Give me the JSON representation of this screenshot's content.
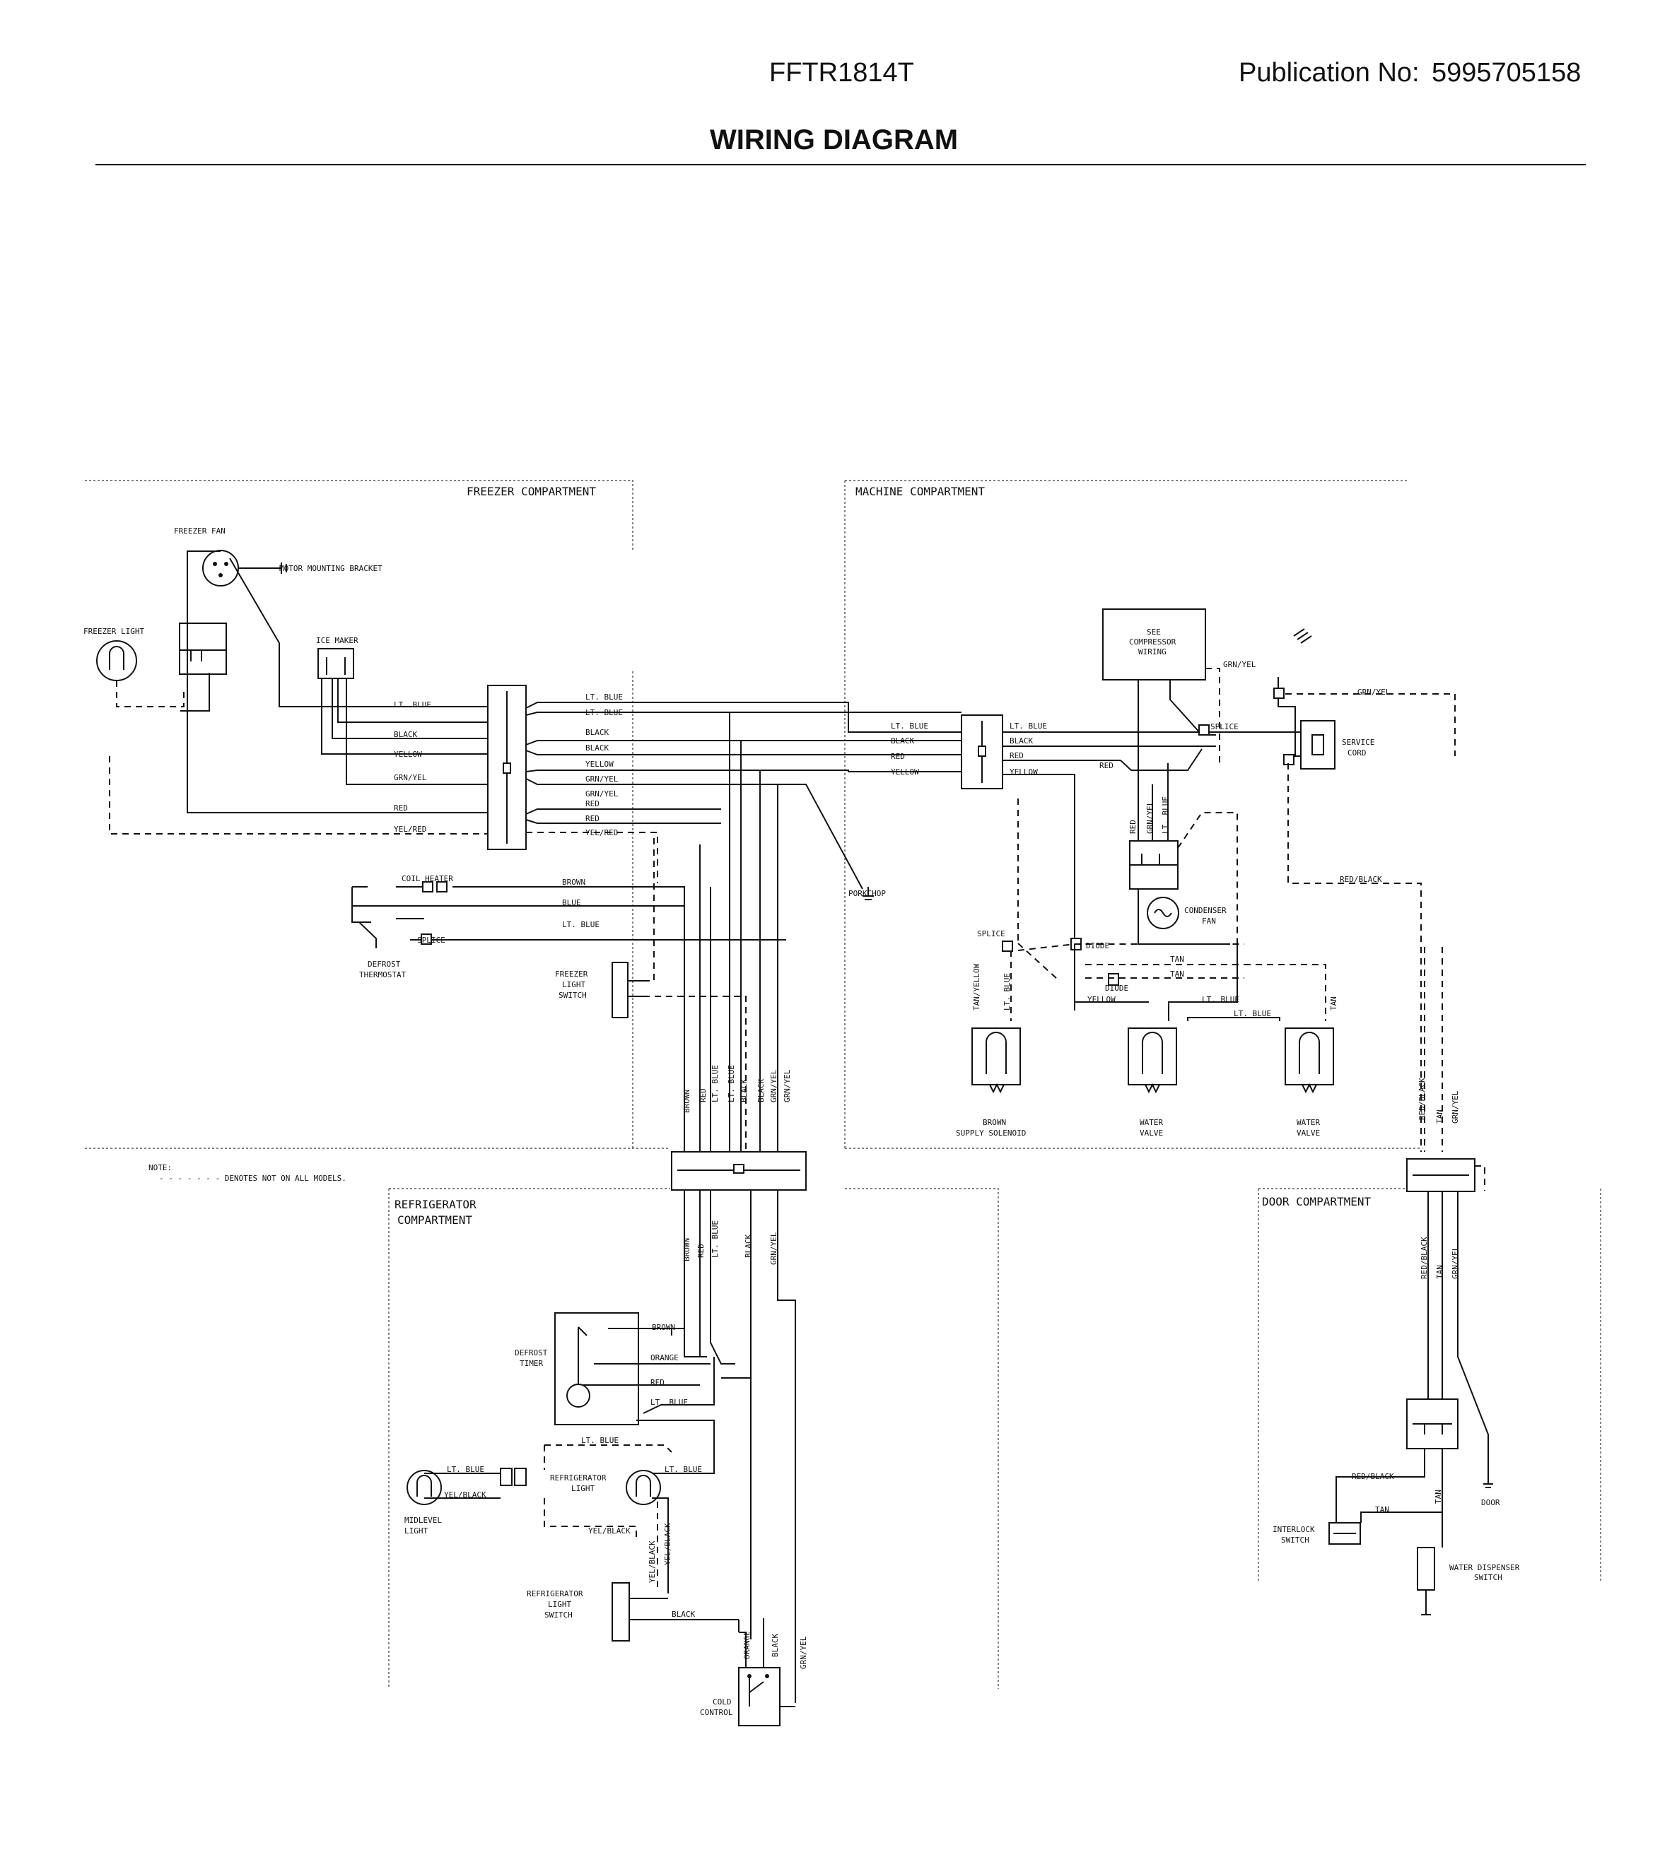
{
  "header": {
    "model": "FFTR1814T",
    "publication_label": "Publication No:",
    "publication_number": "5995705158",
    "title": "WIRING DIAGRAM"
  },
  "compartments": {
    "freezer": "FREEZER COMPARTMENT",
    "machine": "MACHINE COMPARTMENT",
    "refrigerator_1": "REFRIGERATOR",
    "refrigerator_2": "COMPARTMENT",
    "door": "DOOR COMPARTMENT"
  },
  "note": {
    "label": "NOTE:",
    "text": "- - - - - - -  DENOTES NOT ON ALL MODELS."
  },
  "components": {
    "freezer_fan": "FREEZER FAN",
    "motor_bracket": "MOTOR MOUNTING BRACKET",
    "freezer_light": "FREEZER LIGHT",
    "ice_maker": "ICE MAKER",
    "coil_heater": "COIL HEATER",
    "splice": "SPLICE",
    "defrost_thermostat_1": "DEFROST",
    "defrost_thermostat_2": "THERMOSTAT",
    "freezer_light_switch_1": "FREEZER",
    "freezer_light_switch_2": "LIGHT",
    "freezer_light_switch_3": "SWITCH",
    "porkchop": "PORKCHOP",
    "compressor_1": "SEE",
    "compressor_2": "COMPRESSOR",
    "compressor_3": "WIRING",
    "service_cord_1": "SERVICE",
    "service_cord_2": "CORD",
    "condenser_fan_1": "CONDENSER",
    "condenser_fan_2": "FAN",
    "diode": "DIODE",
    "supply_solenoid_1": "BROWN",
    "supply_solenoid_2": "SUPPLY SOLENOID",
    "water_valve_1": "WATER",
    "water_valve_2": "VALVE",
    "defrost_timer_1": "DEFROST",
    "defrost_timer_2": "TIMER",
    "midlevel_light_1": "MIDLEVEL",
    "midlevel_light_2": "LIGHT",
    "refrigerator_light_1": "REFRIGERATOR",
    "refrigerator_light_2": "LIGHT",
    "refrigerator_light_switch_1": "REFRIGERATOR",
    "refrigerator_light_switch_2": "LIGHT",
    "refrigerator_light_switch_3": "SWITCH",
    "cold_control_1": "COLD",
    "cold_control_2": "CONTROL",
    "interlock_switch_1": "INTERLOCK",
    "interlock_switch_2": "SWITCH",
    "water_dispenser_switch_1": "WATER DISPENSER",
    "water_dispenser_switch_2": "SWITCH",
    "door": "DOOR"
  },
  "wires": {
    "lt_blue": "LT. BLUE",
    "black": "BLACK",
    "yellow": "YELLOW",
    "grn_yel": "GRN/YEL",
    "red": "RED",
    "yel_red": "YEL/RED",
    "brown": "BROWN",
    "blue": "BLUE",
    "orange": "ORANGE",
    "tan": "TAN",
    "red_black": "RED/BLACK",
    "tan_yellow": "TAN/YELLOW",
    "yel_black": "YEL/BLACK"
  }
}
